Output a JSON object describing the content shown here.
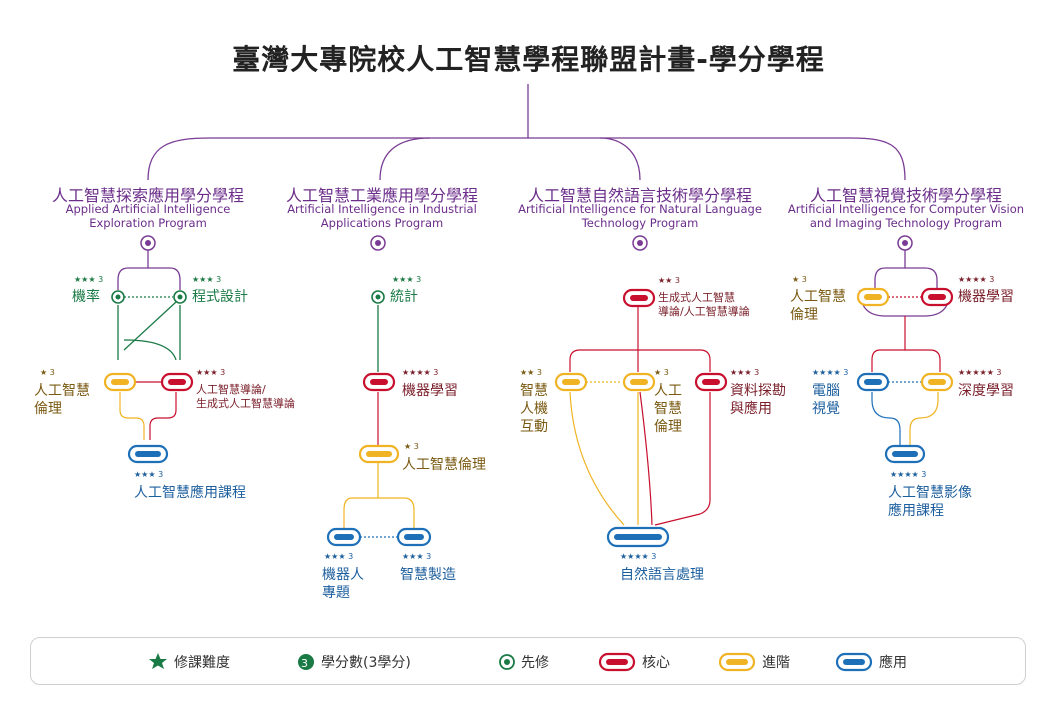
{
  "title": "臺灣大專院校人工智慧學程聯盟計畫-學分學程",
  "programs": [
    {
      "zh": "人工智慧探索應用學分學程",
      "en1": "Applied Artificial Intelligence",
      "en2": "Exploration Program"
    },
    {
      "zh": "人工智慧工業應用學分學程",
      "en1": "Artificial Intelligence in Industrial",
      "en2": "Applications Program"
    },
    {
      "zh": "人工智慧自然語言技術學分學程",
      "en1": "Artificial Intelligence for Natural Language",
      "en2": "Technology Program"
    },
    {
      "zh": "人工智慧視覺技術學分學程",
      "en1": "Artificial Intelligence for Computer Vision",
      "en2": "and Imaging Technology Program"
    }
  ],
  "courses": {
    "p1_prob": {
      "text": "機率",
      "stars": "★★★",
      "credits": "3"
    },
    "p1_prog": {
      "text": "程式設計",
      "stars": "★★★",
      "credits": "3"
    },
    "p1_ethics": {
      "l1": "人工智慧",
      "l2": "倫理",
      "stars": "★",
      "credits": "3"
    },
    "p1_intro": {
      "l1": "人工智慧導論/",
      "l2": "生成式人工智慧導論",
      "stars": "★★★",
      "credits": "3"
    },
    "p1_app": {
      "text": "人工智慧應用課程",
      "stars": "★★★",
      "credits": "3"
    },
    "p2_stat": {
      "text": "統計",
      "stars": "★★★",
      "credits": "3"
    },
    "p2_ml": {
      "text": "機器學習",
      "stars": "★★★★",
      "credits": "3"
    },
    "p2_ethics": {
      "text": "人工智慧倫理",
      "stars": "★",
      "credits": "3"
    },
    "p2_robot": {
      "l1": "機器人",
      "l2": "專題",
      "stars": "★★★",
      "credits": "3"
    },
    "p2_manu": {
      "text": "智慧製造",
      "stars": "★★★",
      "credits": "3"
    },
    "p3_gen": {
      "l1": "生成式人工智慧",
      "l2": "導論/人工智慧導論",
      "stars": "★★",
      "credits": "3"
    },
    "p3_hci": {
      "l1": "智慧",
      "l2": "人機",
      "l3": "互動",
      "stars": "★★",
      "credits": "3"
    },
    "p3_ethics": {
      "l1": "人工",
      "l2": "智慧",
      "l3": "倫理",
      "stars": "★",
      "credits": "3"
    },
    "p3_data": {
      "l1": "資料探勘",
      "l2": "與應用",
      "stars": "★★★",
      "credits": "3"
    },
    "p3_nlp": {
      "text": "自然語言處理",
      "stars": "★★★★",
      "credits": "3"
    },
    "p4_ethics": {
      "l1": "人工智慧",
      "l2": "倫理",
      "stars": "★",
      "credits": "3"
    },
    "p4_ml": {
      "text": "機器學習",
      "stars": "★★★★",
      "credits": "3"
    },
    "p4_cv": {
      "l1": "電腦",
      "l2": "視覺",
      "stars": "★★★★",
      "credits": "3"
    },
    "p4_dl": {
      "text": "深度學習",
      "stars": "★★★★★",
      "credits": "3"
    },
    "p4_img": {
      "l1": "人工智慧影像",
      "l2": "應用課程",
      "stars": "★★★★",
      "credits": "3"
    }
  },
  "legend": {
    "difficulty": "修課難度",
    "credits": "學分數(3學分)",
    "credits_glyph": "3",
    "prereq": "先修",
    "core": "核心",
    "advanced": "進階",
    "applied": "應用"
  },
  "colors": {
    "purple": "#6b2d8a",
    "green": "#1a7a45",
    "red": "#c8102e",
    "yellow": "#f0b323",
    "blue": "#1d6fb8"
  }
}
